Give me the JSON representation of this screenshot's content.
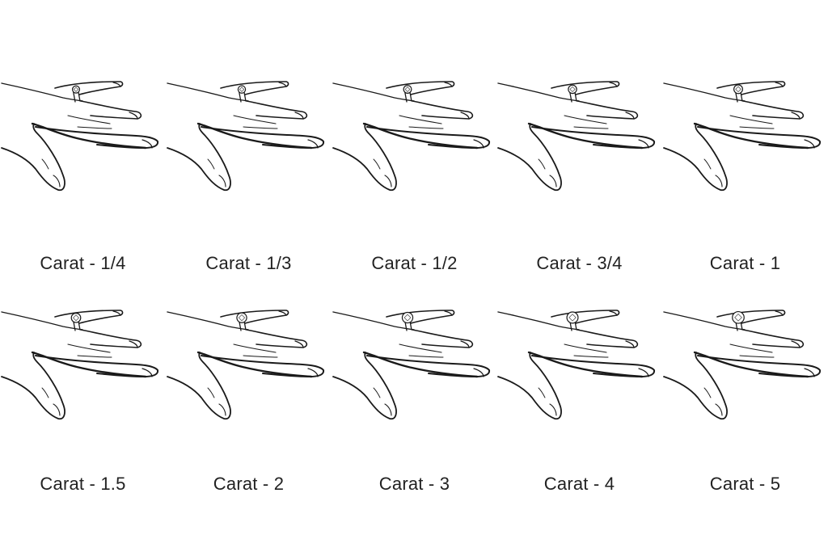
{
  "carats": [
    {
      "label": "Carat - 1/4",
      "value": 0.25
    },
    {
      "label": "Carat - 1/3",
      "value": 0.333
    },
    {
      "label": "Carat - 1/2",
      "value": 0.5
    },
    {
      "label": "Carat - 3/4",
      "value": 0.75
    },
    {
      "label": "Carat - 1",
      "value": 1
    },
    {
      "label": "Carat - 1.5",
      "value": 1.5
    },
    {
      "label": "Carat - 2",
      "value": 2
    },
    {
      "label": "Carat - 3",
      "value": 3
    },
    {
      "label": "Carat - 4",
      "value": 4
    },
    {
      "label": "Carat - 5",
      "value": 5
    }
  ]
}
